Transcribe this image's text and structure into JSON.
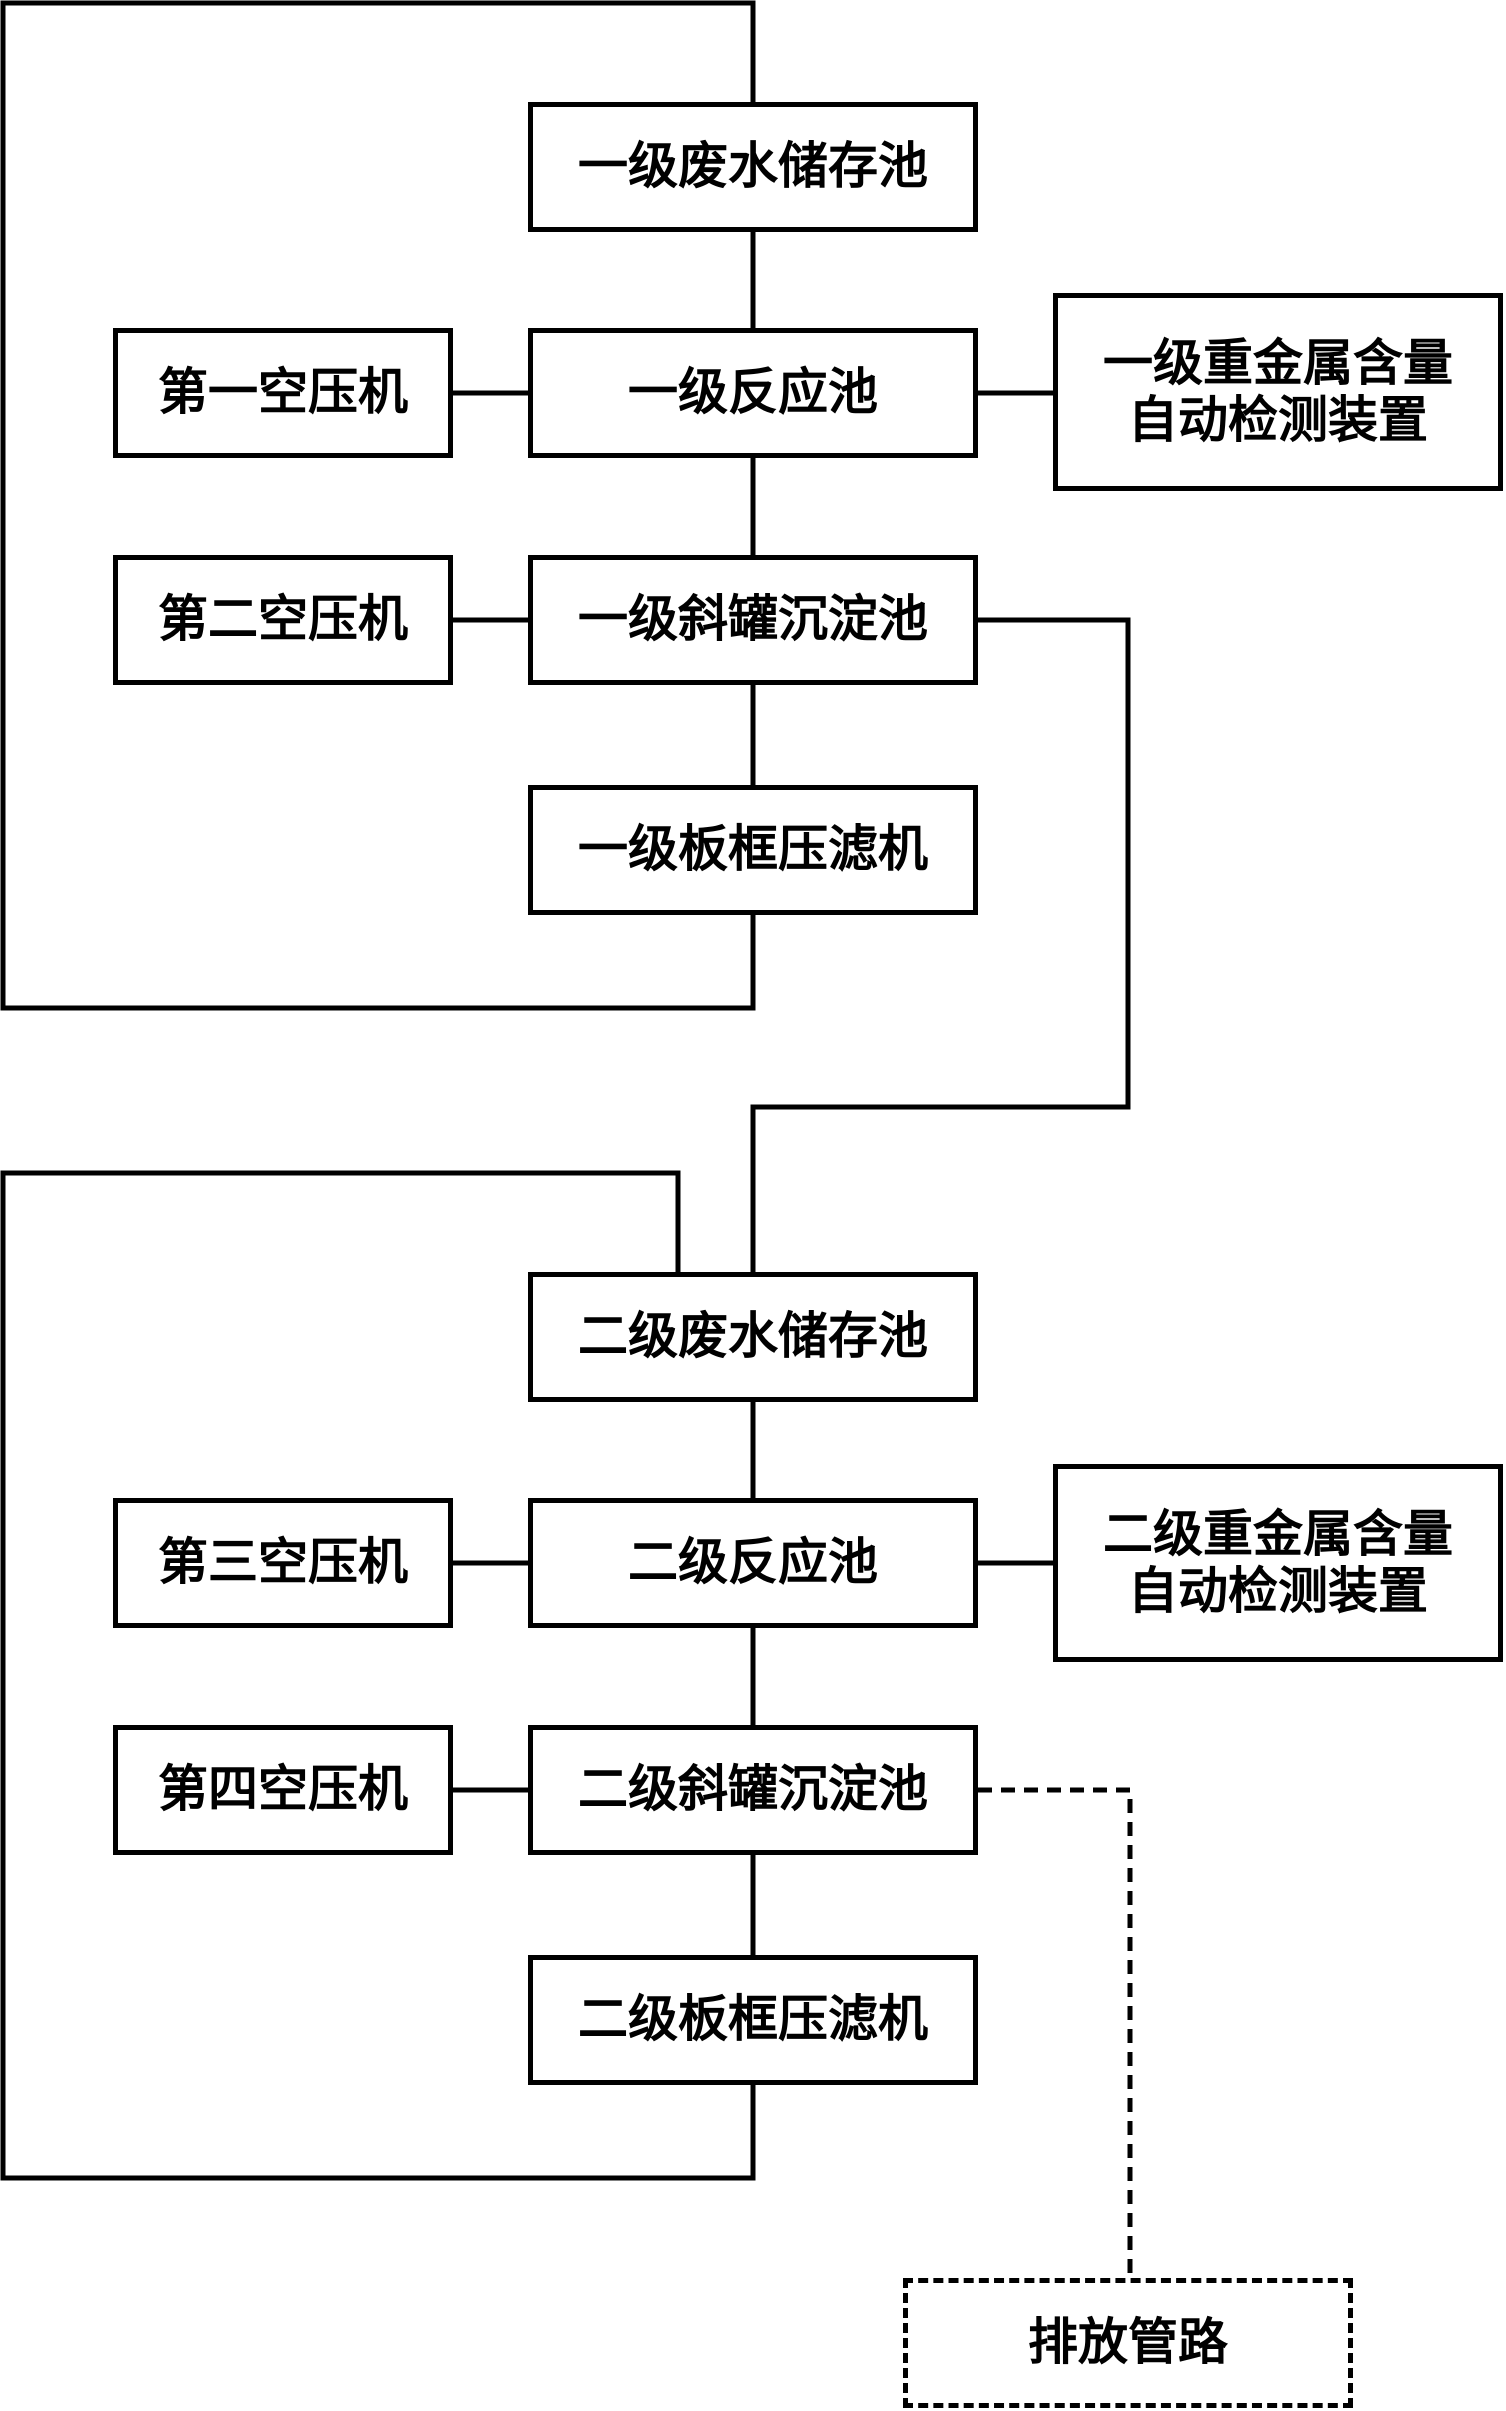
{
  "line_color": "#000000",
  "stage1": {
    "storage_tank": "一级废水储存池",
    "reaction_tank": "一级反应池",
    "settling_tank": "一级斜罐沉淀池",
    "filter_press": "一级板框压滤机",
    "compressor_a": "第一空压机",
    "compressor_b": "第二空压机",
    "metal_detector": "一级重金属含量\n自动检测装置"
  },
  "stage2": {
    "storage_tank": "二级废水储存池",
    "reaction_tank": "二级反应池",
    "settling_tank": "二级斜罐沉淀池",
    "filter_press": "二级板框压滤机",
    "compressor_a": "第三空压机",
    "compressor_b": "第四空压机",
    "metal_detector": "二级重金属含量\n自动检测装置"
  },
  "discharge": "排放管路"
}
